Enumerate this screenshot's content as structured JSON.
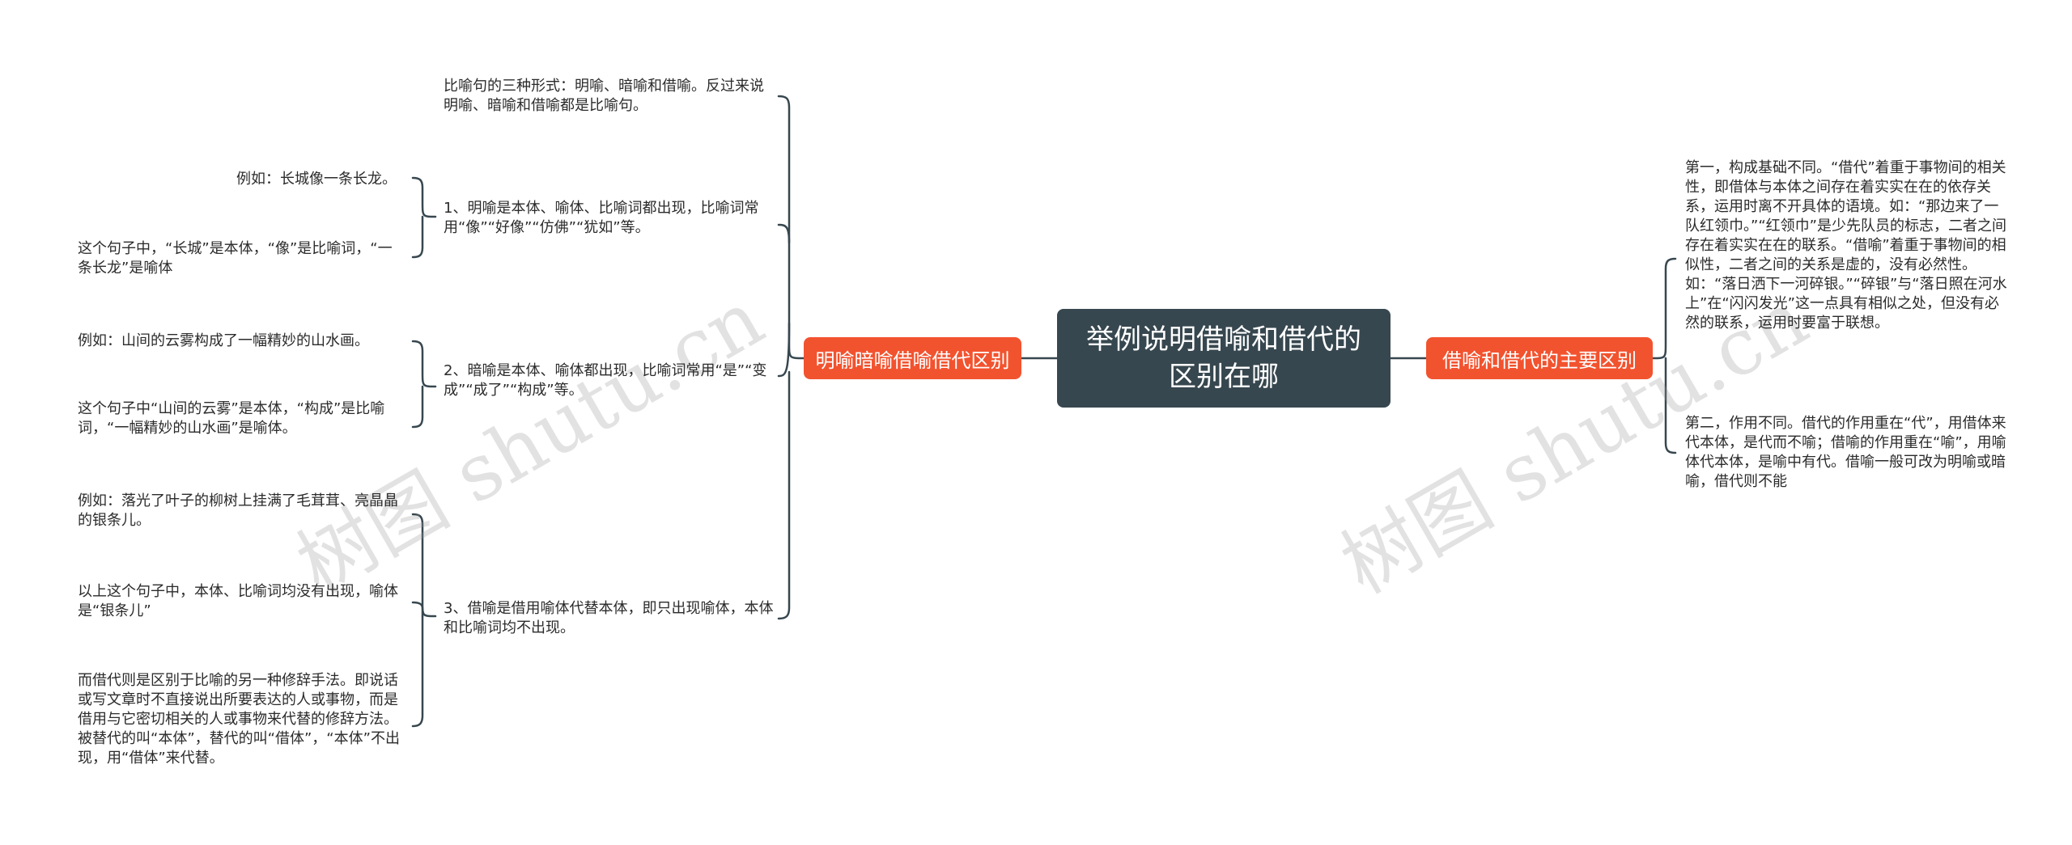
{
  "root": {
    "title": "举例说明借喻和借代的区别在哪"
  },
  "left_branch": {
    "label": "明喻暗喻借喻借代区别",
    "items": [
      {
        "text": "比喻句的三种形式：明喻、暗喻和借喻。反过来说明喻、暗喻和借喻都是比喻句。"
      },
      {
        "text": "1、明喻是本体、喻体、比喻词都出现，比喻词常用“像”“好像”“仿佛”“犹如”等。",
        "children": [
          "例如：长城像一条长龙。",
          "这个句子中，“长城”是本体，“像”是比喻词，“一条长龙”是喻体"
        ]
      },
      {
        "text": "2、暗喻是本体、喻体都出现，比喻词常用“是”“变成”“成了”“构成”等。",
        "children": [
          "例如：山间的云雾构成了一幅精妙的山水画。",
          "这个句子中“山间的云雾”是本体，“构成”是比喻词，“一幅精妙的山水画”是喻体。"
        ]
      },
      {
        "text": "3、借喻是借用喻体代替本体，即只出现喻体，本体和比喻词均不出现。",
        "children": [
          "例如：落光了叶子的柳树上挂满了毛茸茸、亮晶晶的银条儿。",
          "以上这个句子中，本体、比喻词均没有出现，喻体是“银条儿”",
          "而借代则是区别于比喻的另一种修辞手法。即说话或写文章时不直接说出所要表达的人或事物，而是借用与它密切相关的人或事物来代替的修辞方法。被替代的叫“本体”，替代的叫“借体”，“本体”不出现，用“借体”来代替。"
        ]
      }
    ]
  },
  "right_branch": {
    "label": "借喻和借代的主要区别",
    "items": [
      {
        "text": "第一，构成基础不同。“借代”着重于事物间的相关性，即借体与本体之间存在着实实在在的依存关系，运用时离不开具体的语境。如：“那边来了一队红领巾。”“红领巾”是少先队员的标志，二者之间存在着实实在在的联系。“借喻”着重于事物间的相似性，二者之间的关系是虚的，没有必然性。如：“落日洒下一河碎银。”“碎银”与“落日照在河水上”在“闪闪发光”这一点具有相似之处，但没有必然的联系，运用时要富于联想。"
      },
      {
        "text": "第二，作用不同。借代的作用重在“代”，用借体来代本体，是代而不喻；借喻的作用重在“喻”，用喻体代本体，是喻中有代。借喻一般可改为明喻或暗喻，借代则不能"
      }
    ]
  },
  "watermark": {
    "text": "树图 shutu.cn"
  },
  "colors": {
    "root": "#37474f",
    "branch": "#f2532f",
    "line": "#37474f"
  }
}
